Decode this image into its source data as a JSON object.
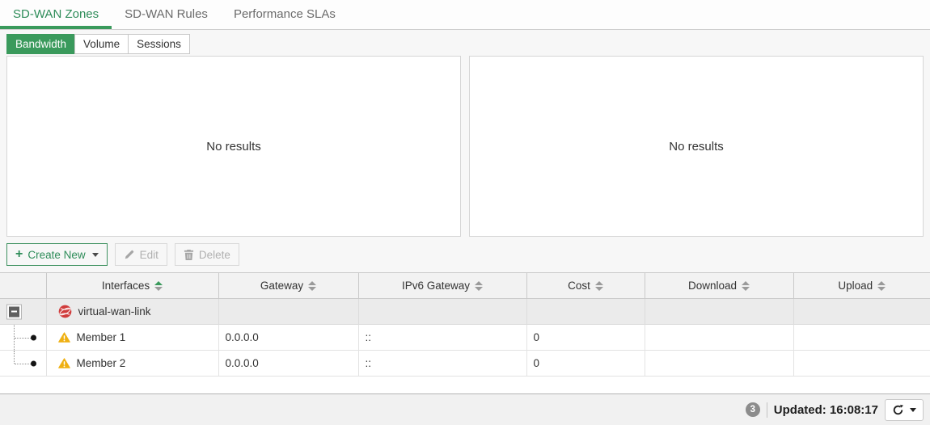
{
  "header_tabs": [
    {
      "label": "SD-WAN Zones",
      "active": true
    },
    {
      "label": "SD-WAN Rules",
      "active": false
    },
    {
      "label": "Performance SLAs",
      "active": false
    }
  ],
  "view_tabs": [
    {
      "label": "Bandwidth",
      "active": true
    },
    {
      "label": "Volume",
      "active": false
    },
    {
      "label": "Sessions",
      "active": false
    }
  ],
  "charts": {
    "left_panel_empty_text": "No results",
    "right_panel_empty_text": "No results"
  },
  "toolbar": {
    "create_new_label": "Create New",
    "edit_label": "Edit",
    "delete_label": "Delete",
    "plus_glyph": "+"
  },
  "table": {
    "columns": [
      {
        "label": "Interfaces",
        "sorted": "asc"
      },
      {
        "label": "Gateway",
        "sorted": "none"
      },
      {
        "label": "IPv6 Gateway",
        "sorted": "none"
      },
      {
        "label": "Cost",
        "sorted": "none"
      },
      {
        "label": "Download",
        "sorted": "none"
      },
      {
        "label": "Upload",
        "sorted": "none"
      }
    ],
    "rows": [
      {
        "type": "zone",
        "interface": "virtual-wan-link",
        "gateway": "",
        "ipv6_gateway": "",
        "cost": "",
        "download": "",
        "upload": ""
      },
      {
        "type": "member",
        "interface": "Member 1",
        "gateway": "0.0.0.0",
        "ipv6_gateway": "::",
        "cost": "0",
        "download": "",
        "upload": ""
      },
      {
        "type": "member",
        "interface": "Member 2",
        "gateway": "0.0.0.0",
        "ipv6_gateway": "::",
        "cost": "0",
        "download": "",
        "upload": ""
      }
    ]
  },
  "footer": {
    "row_count": "3",
    "updated_text": "Updated: 16:08:17"
  },
  "colors": {
    "accent_green": "#3a9a5c",
    "warning_amber": "#efb012",
    "zone_icon_red": "#d03c3c",
    "disabled_text": "#b0b0b0",
    "footer_bg": "#f1f1f1"
  }
}
